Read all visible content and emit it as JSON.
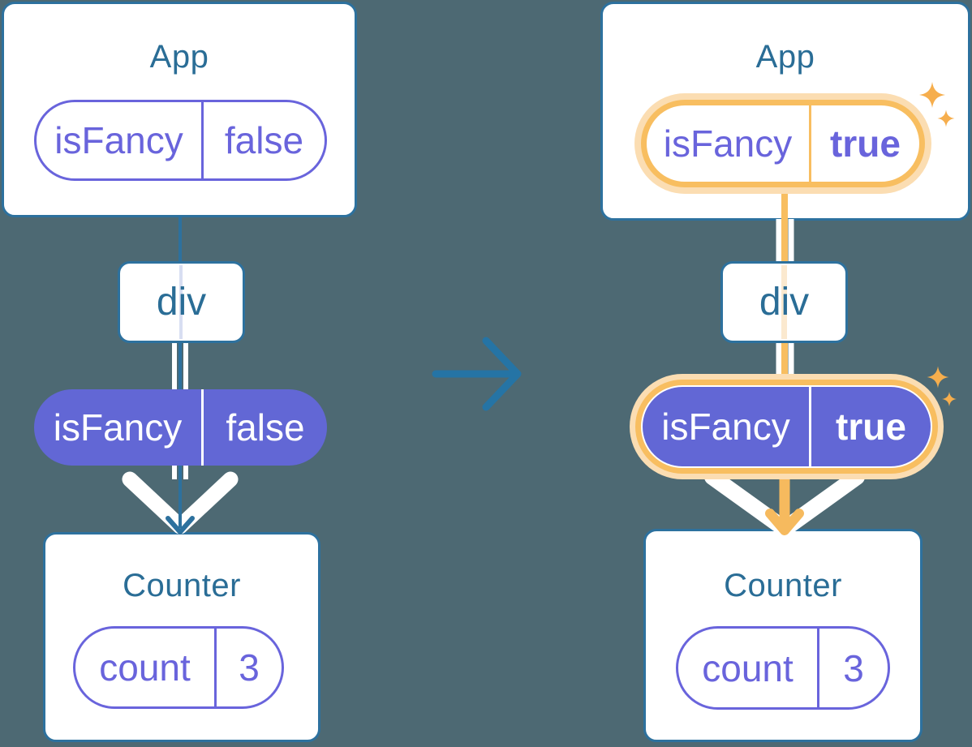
{
  "colors": {
    "background": "#4D6973",
    "card_border_blue": "#2D719E",
    "title_blue": "#2A6D96",
    "purple_fill": "#6267D5",
    "purple_text": "#6964DC",
    "highlight_orange": "#F8BE60",
    "highlight_orange_halo": "#FBDDB2",
    "sparkle_orange": "#F6AE4D",
    "transition_arrow_blue": "#2574A5",
    "pass_line_white": "#FFFFFF"
  },
  "left": {
    "app": {
      "title": "App"
    },
    "app_pill": {
      "name": "isFancy",
      "value": "false"
    },
    "div_label": "div",
    "state_pill": {
      "name": "isFancy",
      "value": "false"
    },
    "counter": {
      "title": "Counter"
    },
    "counter_pill": {
      "name": "count",
      "value": "3"
    }
  },
  "right": {
    "app": {
      "title": "App"
    },
    "app_pill": {
      "name": "isFancy",
      "value": "true"
    },
    "div_label": "div",
    "state_pill": {
      "name": "isFancy",
      "value": "true"
    },
    "counter": {
      "title": "Counter"
    },
    "counter_pill": {
      "name": "count",
      "value": "3"
    }
  }
}
